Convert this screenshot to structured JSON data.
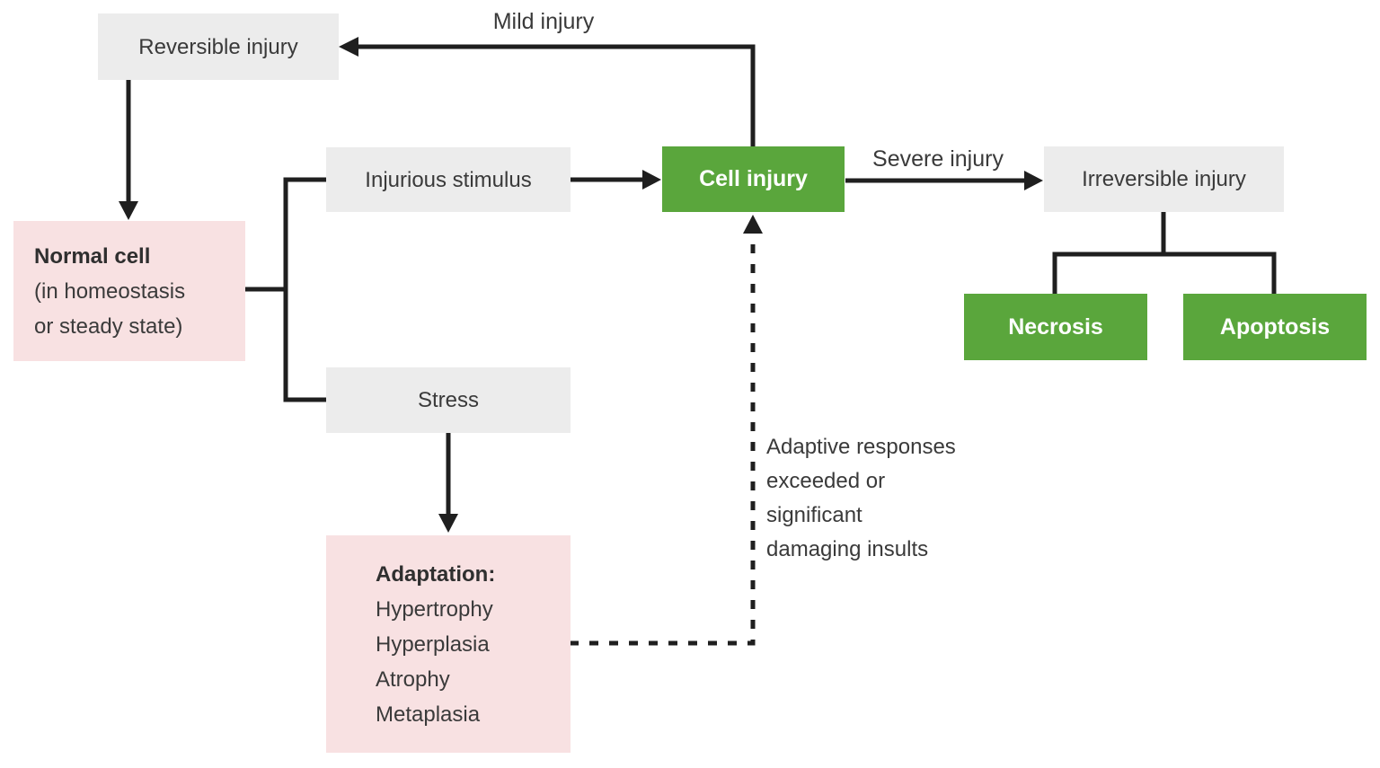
{
  "diagram": {
    "nodes": {
      "reversible_injury": {
        "label": "Reversible injury"
      },
      "normal_cell": {
        "heading": "Normal cell",
        "sub": "(in homeostasis\nor steady state)"
      },
      "injurious_stimulus": {
        "label": "Injurious stimulus"
      },
      "cell_injury": {
        "label": "Cell injury"
      },
      "irreversible_injury": {
        "label": "Irreversible injury"
      },
      "necrosis": {
        "label": "Necrosis"
      },
      "apoptosis": {
        "label": "Apoptosis"
      },
      "stress": {
        "label": "Stress"
      },
      "adaptation": {
        "heading": "Adaptation:",
        "items": [
          "Hypertrophy",
          "Hyperplasia",
          "Atrophy",
          "Metaplasia"
        ]
      }
    },
    "edge_labels": {
      "mild_injury": "Mild injury",
      "severe_injury": "Severe injury",
      "adaptive_note": "Adaptive responses\nexceeded or\nsignificant\ndamaging insults"
    },
    "colors": {
      "node_gray": "#ececec",
      "node_pink": "#f8e1e2",
      "node_green": "#5aa63c",
      "line": "#1f1f1f",
      "text": "#3a3a3a",
      "text_on_green": "#ffffff"
    }
  }
}
